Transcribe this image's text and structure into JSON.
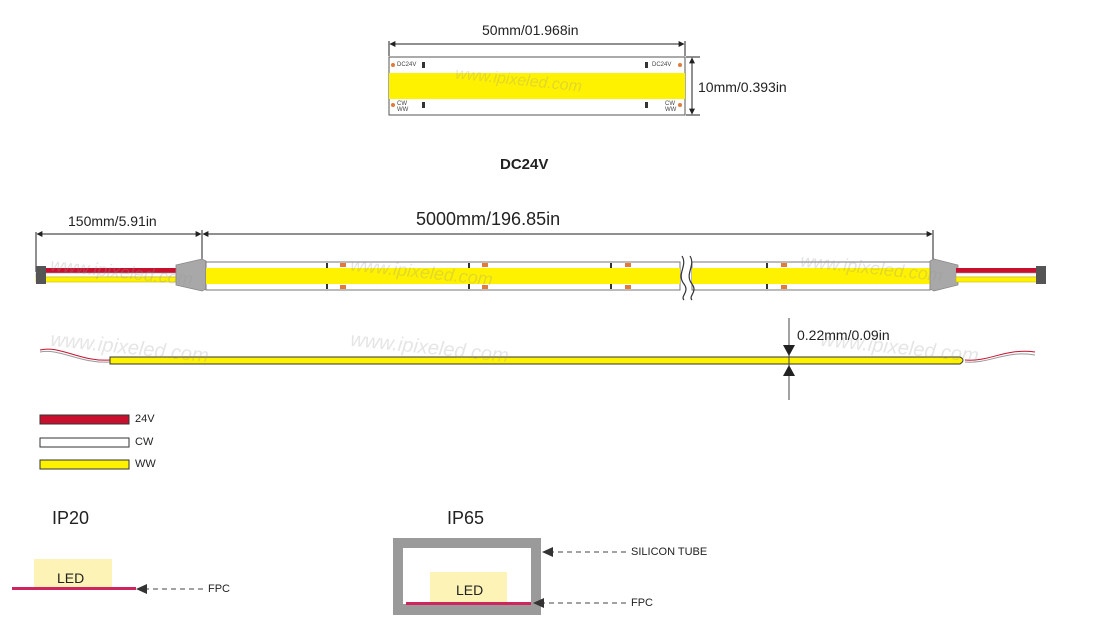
{
  "top_module": {
    "width_label": "50mm/01.968in",
    "height_label": "10mm/0.393in",
    "pad_top_left": "DC24V",
    "pad_top_right": "DC24V",
    "pad_bottom_left_1": "CW",
    "pad_bottom_left_2": "WW",
    "pad_bottom_right_1": "CW",
    "pad_bottom_right_2": "WW"
  },
  "voltage_label": "DC24V",
  "strip": {
    "lead_length_label": "150mm/5.91in",
    "total_length_label": "5000mm/196.85in"
  },
  "side_view": {
    "thickness_label": "0.22mm/0.09in"
  },
  "watermark": "www.ipixeled.com",
  "legend": [
    {
      "label": "24V",
      "color": "#c8102e"
    },
    {
      "label": "CW",
      "color": "#ffffff"
    },
    {
      "label": "WW",
      "color": "#fff200"
    }
  ],
  "colors": {
    "led_yellow": "#fff200",
    "wire_red": "#c8102e",
    "fpc_pink": "#d0245e",
    "led_block": "#fdf3b6",
    "tube_gray": "#9a9a9a"
  },
  "ip20": {
    "title": "IP20",
    "led_label": "LED",
    "fpc_label": "FPC"
  },
  "ip65": {
    "title": "IP65",
    "led_label": "LED",
    "fpc_label": "FPC",
    "tube_label": "SILICON TUBE"
  }
}
